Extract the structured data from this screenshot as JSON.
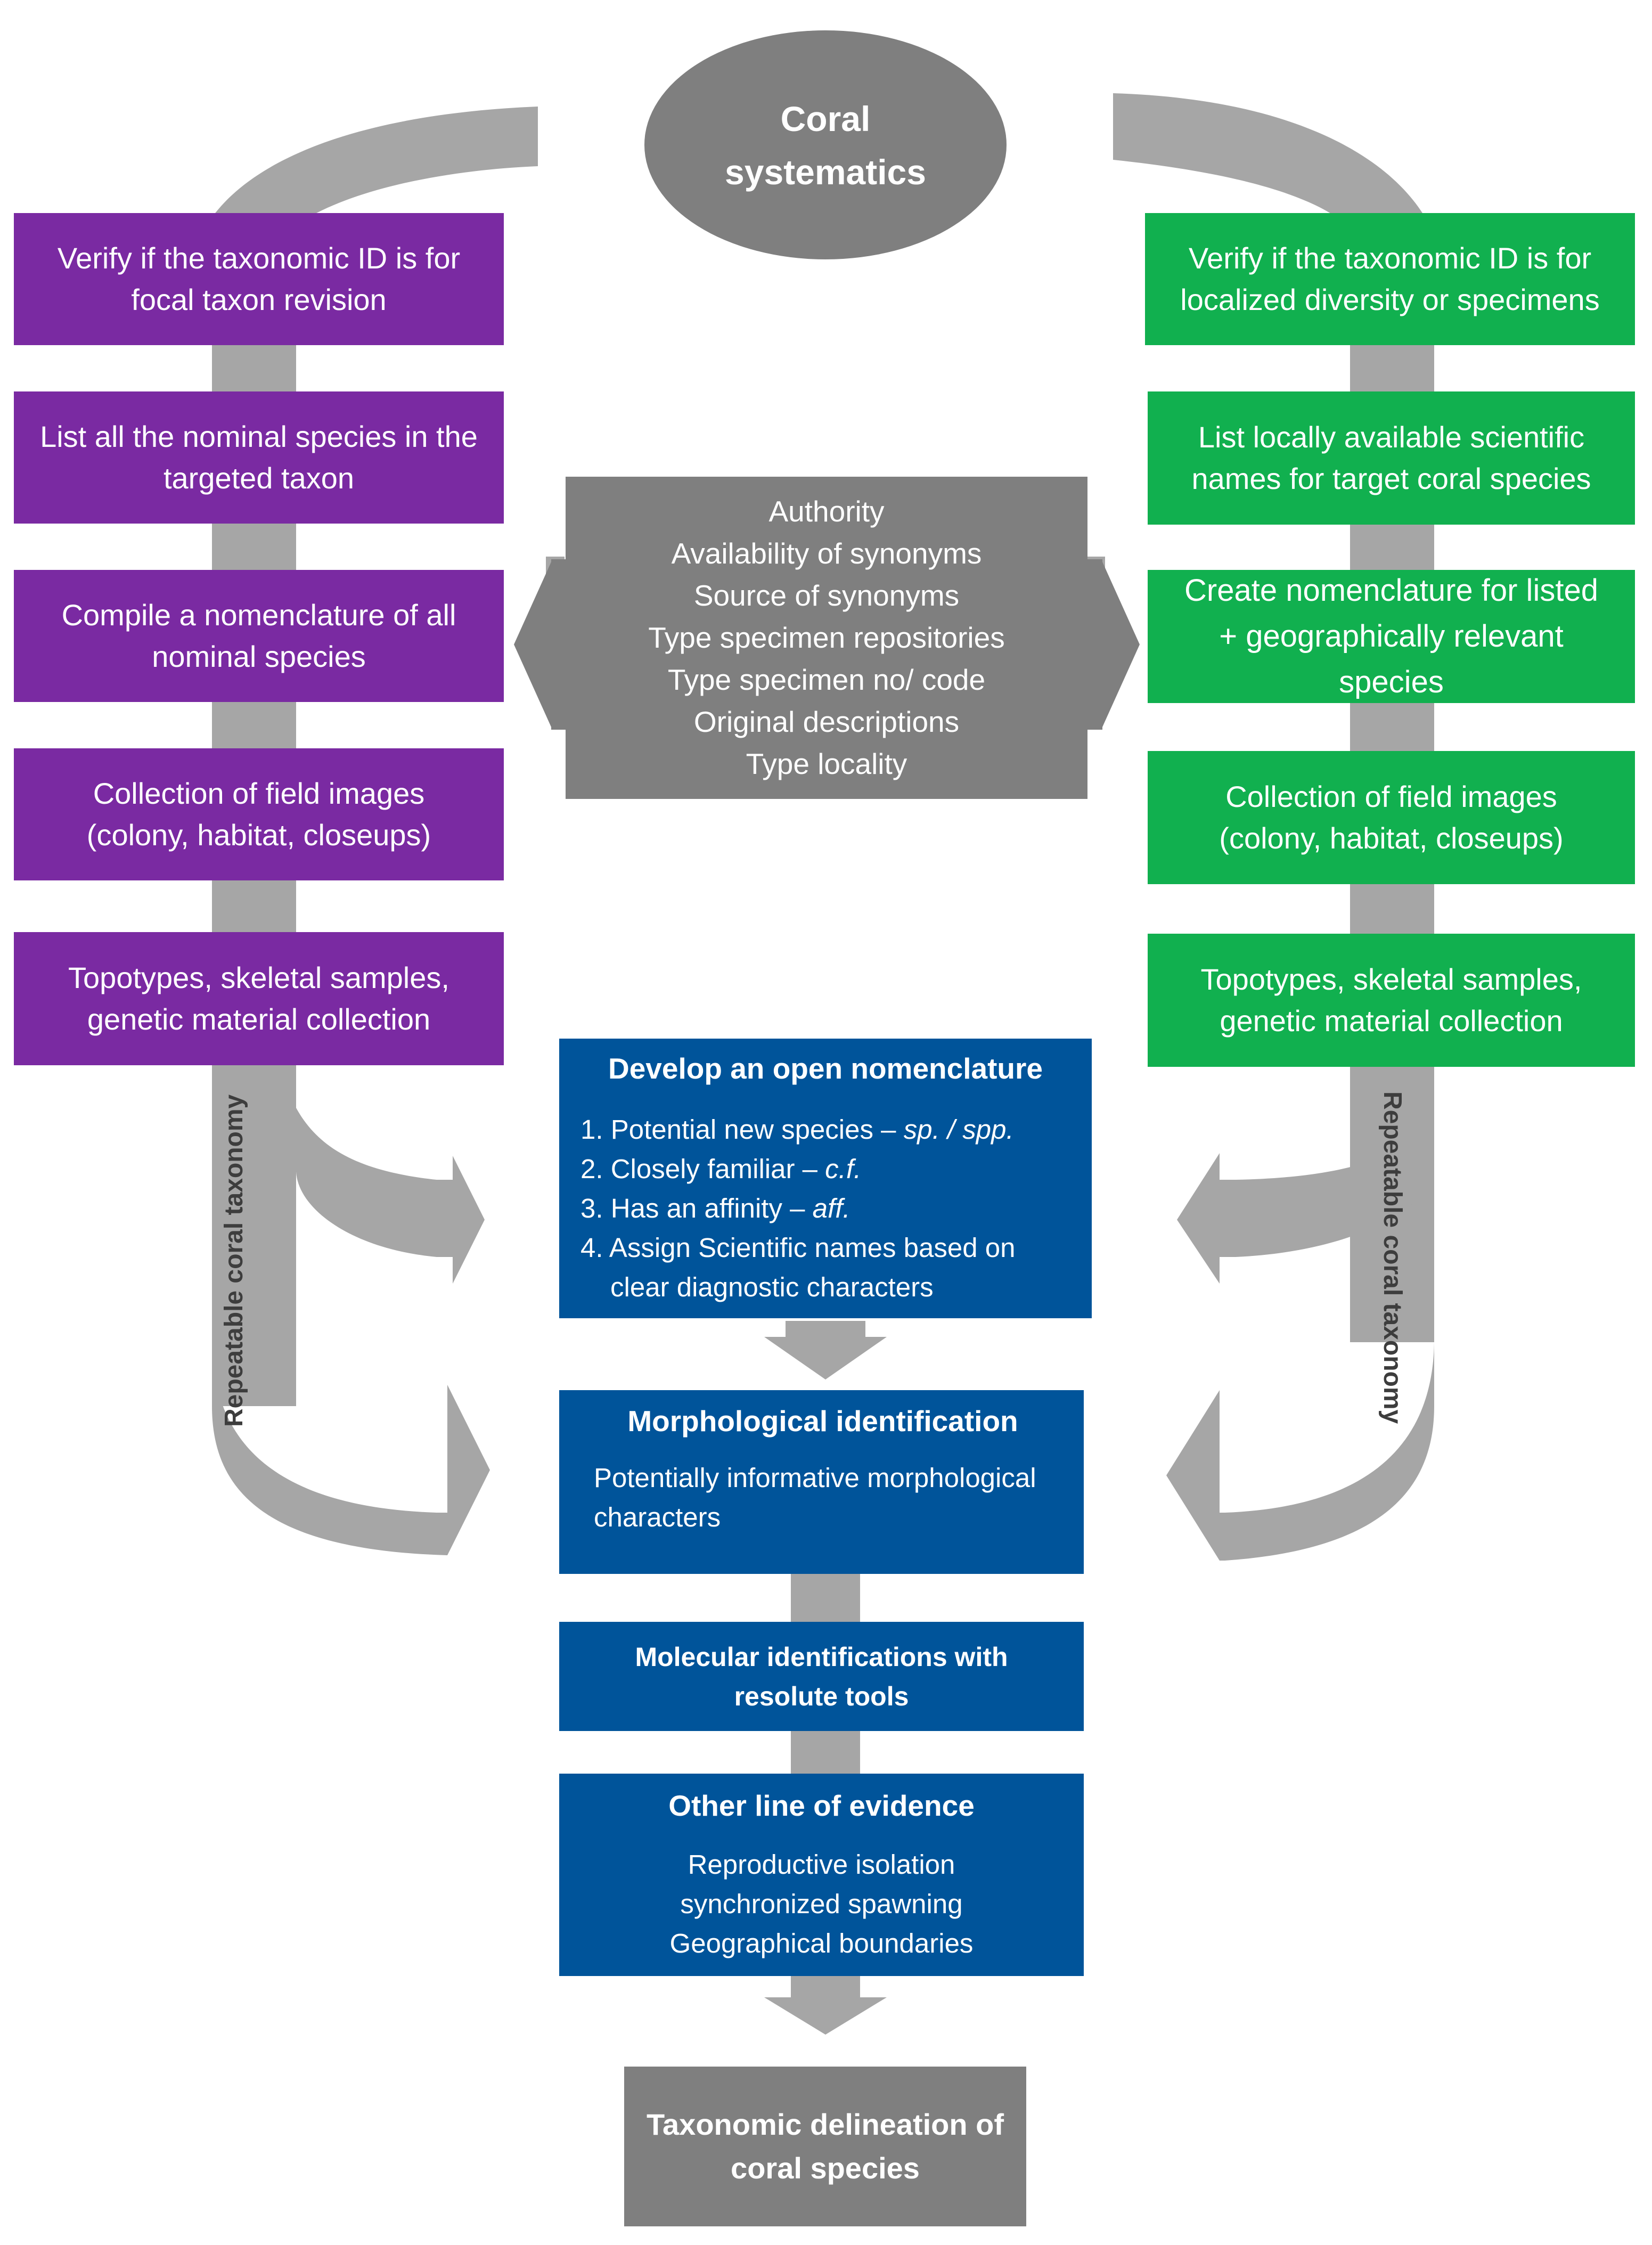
{
  "title": {
    "line1": "Coral",
    "line2": "systematics"
  },
  "left_steps": [
    {
      "line1": "Verify if the taxonomic ID is for",
      "line2": "focal taxon revision"
    },
    {
      "line1": "List all the nominal species in the",
      "line2": "targeted taxon"
    },
    {
      "line1": "Compile a nomenclature of all",
      "line2": "nominal species"
    },
    {
      "line1": "Collection of field images",
      "line2": "(colony, habitat, closeups)"
    },
    {
      "line1": "Topotypes, skeletal samples,",
      "line2": "genetic material collection"
    }
  ],
  "right_steps": [
    {
      "line1": "Verify if the taxonomic ID is for",
      "line2": "localized diversity or specimens"
    },
    {
      "line1": "List locally available scientific",
      "line2": "names for target coral species"
    },
    {
      "line1": "Create nomenclature for listed",
      "line2": "+ geographically relevant",
      "line3": "species"
    },
    {
      "line1": "Collection of field images",
      "line2": "(colony, habitat, closeups)"
    },
    {
      "line1": "Topotypes, skeletal samples,",
      "line2": "genetic material collection"
    }
  ],
  "center_list": [
    "Authority",
    "Availability of synonyms",
    "Source of synonyms",
    "Type specimen repositories",
    "Type specimen no/ code",
    "Original descriptions",
    "Type locality"
  ],
  "open_nomenclature": {
    "title": "Develop an open nomenclature",
    "items": [
      {
        "text": "1. Potential new species – ",
        "italic": "sp. / spp."
      },
      {
        "text": "2. Closely familiar – ",
        "italic": "c.f."
      },
      {
        "text": "3. Has an affinity – ",
        "italic": "aff."
      },
      {
        "text": "4. Assign Scientific names based on",
        "italic": ""
      },
      {
        "text": "clear diagnostic characters",
        "italic": ""
      }
    ]
  },
  "morphological": {
    "title": "Morphological identification",
    "line1": "Potentially informative morphological",
    "line2": "characters"
  },
  "molecular": {
    "line1": "Molecular identifications with",
    "line2": "resolute tools"
  },
  "other_evidence": {
    "title": "Other line of evidence",
    "lines": [
      "Reproductive isolation",
      "synchronized spawning",
      "Geographical boundaries"
    ]
  },
  "final": {
    "line1": "Taxonomic delineation of",
    "line2": "coral species"
  },
  "side_labels": {
    "left_line1": "Repeatable coral",
    "left_line2": "taxonomy",
    "right_line1": "Repeatable coral",
    "right_line2": "taxonomy"
  },
  "colors": {
    "purple": "#7a2aa2",
    "green": "#11b04f",
    "grey": "#7f7f7f",
    "blue": "#00549a",
    "arrow": "#a6a6a6"
  }
}
